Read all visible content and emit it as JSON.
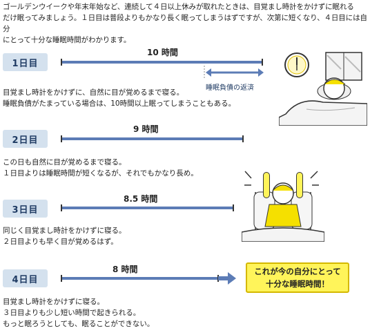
{
  "intro": {
    "line1": "ゴールデンウイークや年末年始など、連続して４日以上休みが取れたときは、目覚まし時計をかけずに眠れる",
    "line2": "だけ眠ってみましょう。１日目は普段よりもかなり長く眠ってしまうはずですが、次第に短くなり、４日目には自分",
    "line3": "にとって十分な睡眠時間がわかります。"
  },
  "days": [
    {
      "label": "1日目",
      "hours": "10 時間",
      "debt_label": "睡眠負債の返済",
      "lines": [
        "目覚まし時計をかけずに、自然に目が覚めるまで寝る。",
        "睡眠負債がたまっている場合は、10時間以上眠ってしまうこともある。"
      ]
    },
    {
      "label": "2日目",
      "hours": "9 時間",
      "lines": [
        "この日も自然に目が覚めるまで寝る。",
        "１日目よりは睡眠時間が短くなるが、それでもかなり長め。"
      ]
    },
    {
      "label": "3日目",
      "hours": "8.5 時間",
      "lines": [
        "同じく目覚まし時計をかけずに寝る。",
        "２日目よりも早く目が覚めるはず。"
      ]
    },
    {
      "label": "4日目",
      "hours": "8 時間",
      "lines": [
        "目覚まし時計をかけずに寝る。",
        "３日目よりも少し短い時間で起きられる。",
        "もっと眠ろうとしても、眠ることができない。"
      ]
    }
  ],
  "callout": {
    "line1": "これが今の自分にとって",
    "line2": "十分な睡眠時間！"
  },
  "colors": {
    "bar": "#5c7cb6",
    "badge": "#d4e1ee",
    "callout": "#fff45a"
  }
}
